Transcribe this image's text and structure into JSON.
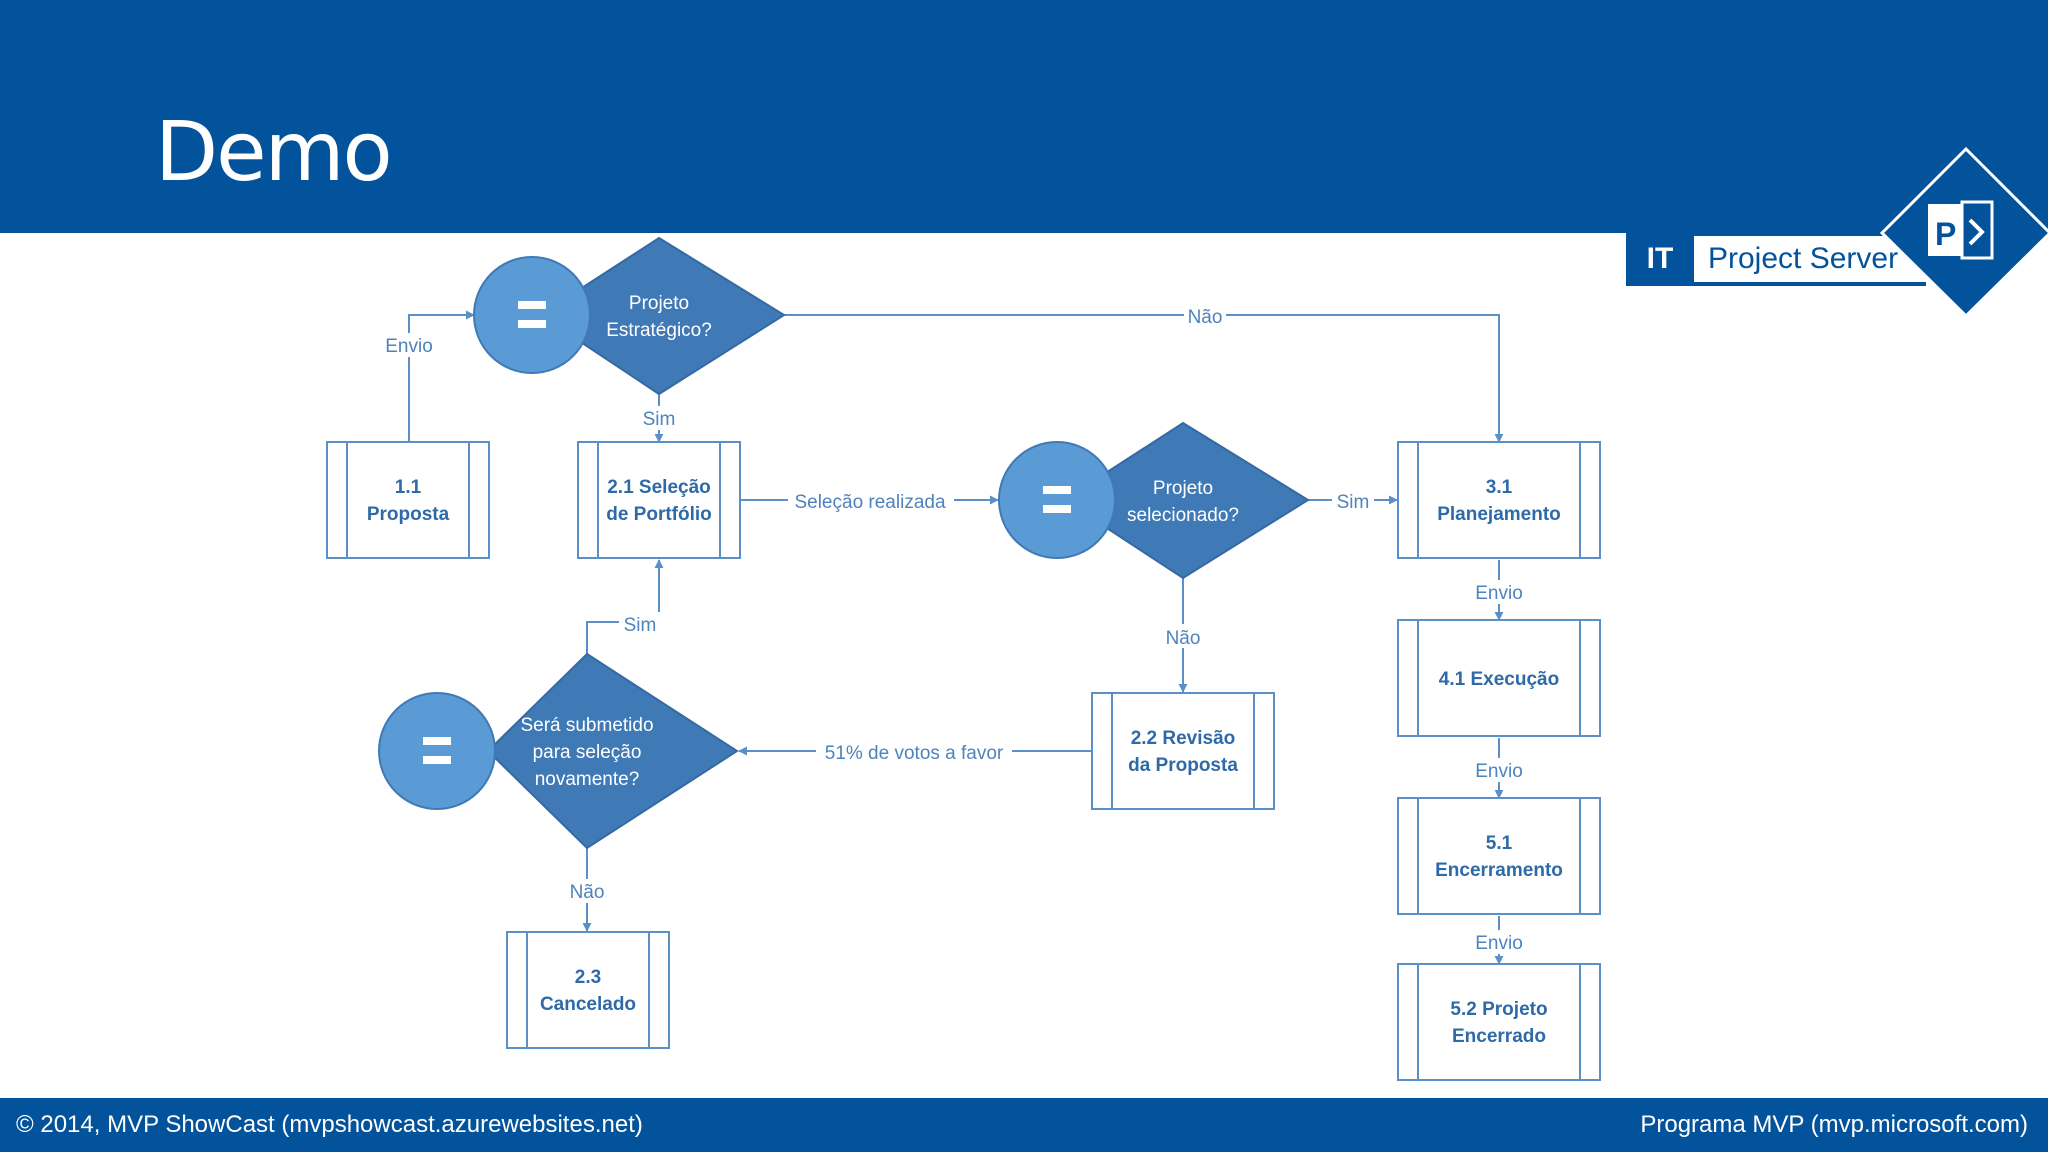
{
  "slide": {
    "title": "Demo",
    "footer_left": "© 2014, MVP ShowCast (mvpshowcast.azurewebsites.net)",
    "footer_right": "Programa MVP (mvp.microsoft.com)"
  },
  "brand": {
    "it_label": "IT",
    "product_label": "Project Server",
    "logo_icon": "project-server-logo-icon"
  },
  "colors": {
    "header": "#02539c",
    "decision_fill": "#3f79b6",
    "circle_fill": "#5b9bd5",
    "line": "#5b8fc8",
    "process_text": "#2e6aa8"
  },
  "diagram": {
    "processes": {
      "p11": [
        "1.1",
        "Proposta"
      ],
      "p21": [
        "2.1 Seleção",
        "de Portfólio"
      ],
      "p22": [
        "2.2 Revisão",
        "da Proposta"
      ],
      "p23": [
        "2.3",
        "Cancelado"
      ],
      "p31": [
        "3.1",
        "Planejamento"
      ],
      "p41": [
        "4.1 Execução"
      ],
      "p51": [
        "5.1",
        "Encerramento"
      ],
      "p52": [
        "5.2 Projeto",
        "Encerrado"
      ]
    },
    "decisions": {
      "d1": [
        "Projeto",
        "Estratégico?"
      ],
      "d2": [
        "Projeto",
        "selecionado?"
      ],
      "d3": [
        "Será submetido",
        "para seleção",
        "novamente?"
      ]
    },
    "edge_labels": {
      "envio_1": "Envio",
      "sim_1": "Sim",
      "nao_1": "Não",
      "selecao_realizada": "Seleção realizada",
      "sim_2": "Sim",
      "nao_2": "Não",
      "votos": "51% de votos a favor",
      "sim_3": "Sim",
      "nao_3": "Não",
      "envio_2": "Envio",
      "envio_3": "Envio",
      "envio_4": "Envio"
    }
  }
}
